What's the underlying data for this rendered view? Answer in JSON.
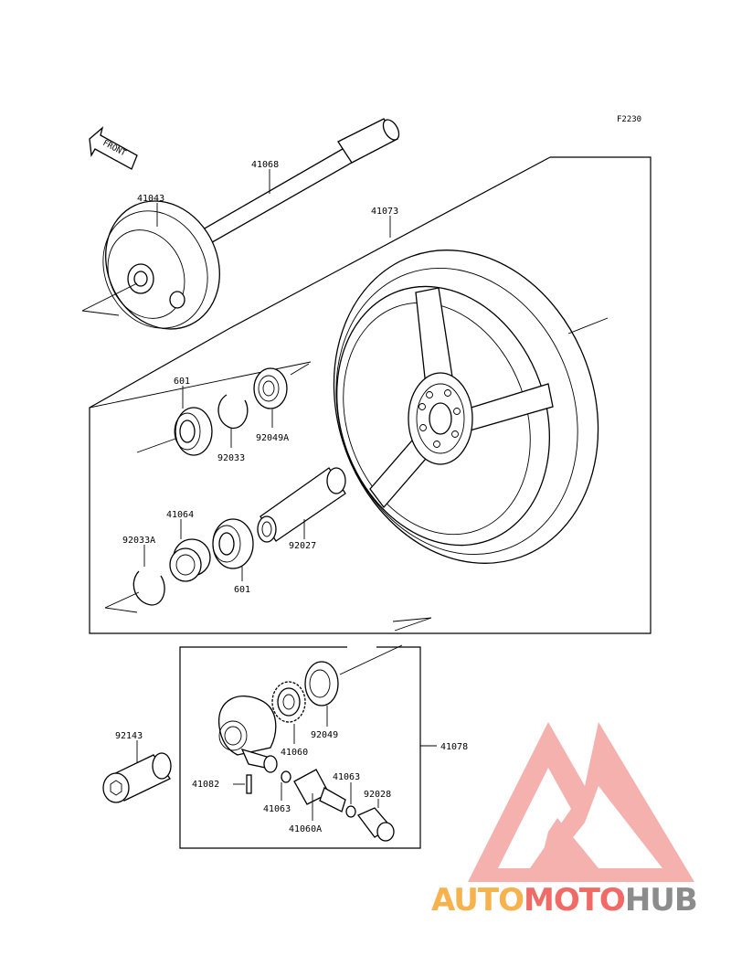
{
  "figure_code": "F2230",
  "front_label": "FRONT",
  "parts": {
    "p41068": "41068",
    "p41043": "41043",
    "p41073": "41073",
    "p601_top": "601",
    "p92033": "92033",
    "p92049A": "92049A",
    "p41064": "41064",
    "p92033A": "92033A",
    "p601_bottom": "601",
    "p92027": "92027",
    "p92143": "92143",
    "p92049": "92049",
    "p41060": "41060",
    "p41078": "41078",
    "p41082": "41082",
    "p41063_left": "41063",
    "p41063_right": "41063",
    "p92028": "92028",
    "p41060A": "41060A"
  },
  "watermark": {
    "part1": "AUTO",
    "part2": "MOTO",
    "part3": "HUB",
    "color1": "#f5b24d",
    "color2": "#f06b66",
    "color3": "#8c8c8c"
  }
}
